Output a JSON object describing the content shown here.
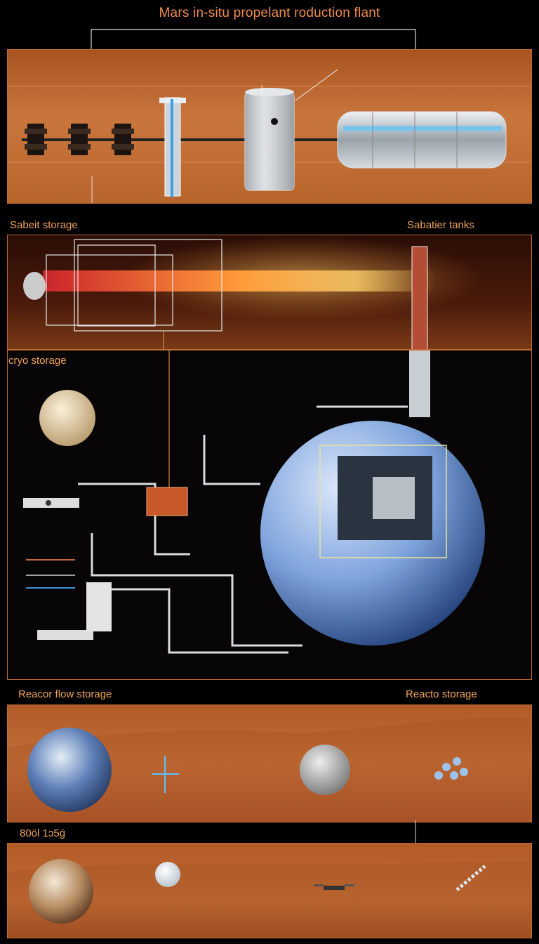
{
  "page": {
    "title": "Mars in-situ propelant  roduction flant"
  },
  "sections": {
    "sabeit_storage": "Sabeit storage",
    "sabatier_tanks": "Sabatier tanks",
    "cryo_storage": "cryo storage",
    "reactor_flow_storage": "Reacor flow storage",
    "reacto_storage": "Reacto storage",
    "year_label": "80öl 1ɔ5ǵ"
  },
  "colors": {
    "panel_orange": "#c9763e",
    "header_text": "#f0a35a",
    "title_text": "#f08a4b",
    "dark_bg": "#070505",
    "sphere_blue": "#7ea3dc",
    "reactor_red": "#c85a2a"
  },
  "icons": {
    "planet_moon": "moon-icon",
    "planet_earth": "earth-icon",
    "planet_mars": "mars-icon",
    "reactor_box": "reactor-icon",
    "storage_sphere": "sphere-tank-icon",
    "drone": "drone-icon",
    "molecule": "molecule-icon"
  }
}
